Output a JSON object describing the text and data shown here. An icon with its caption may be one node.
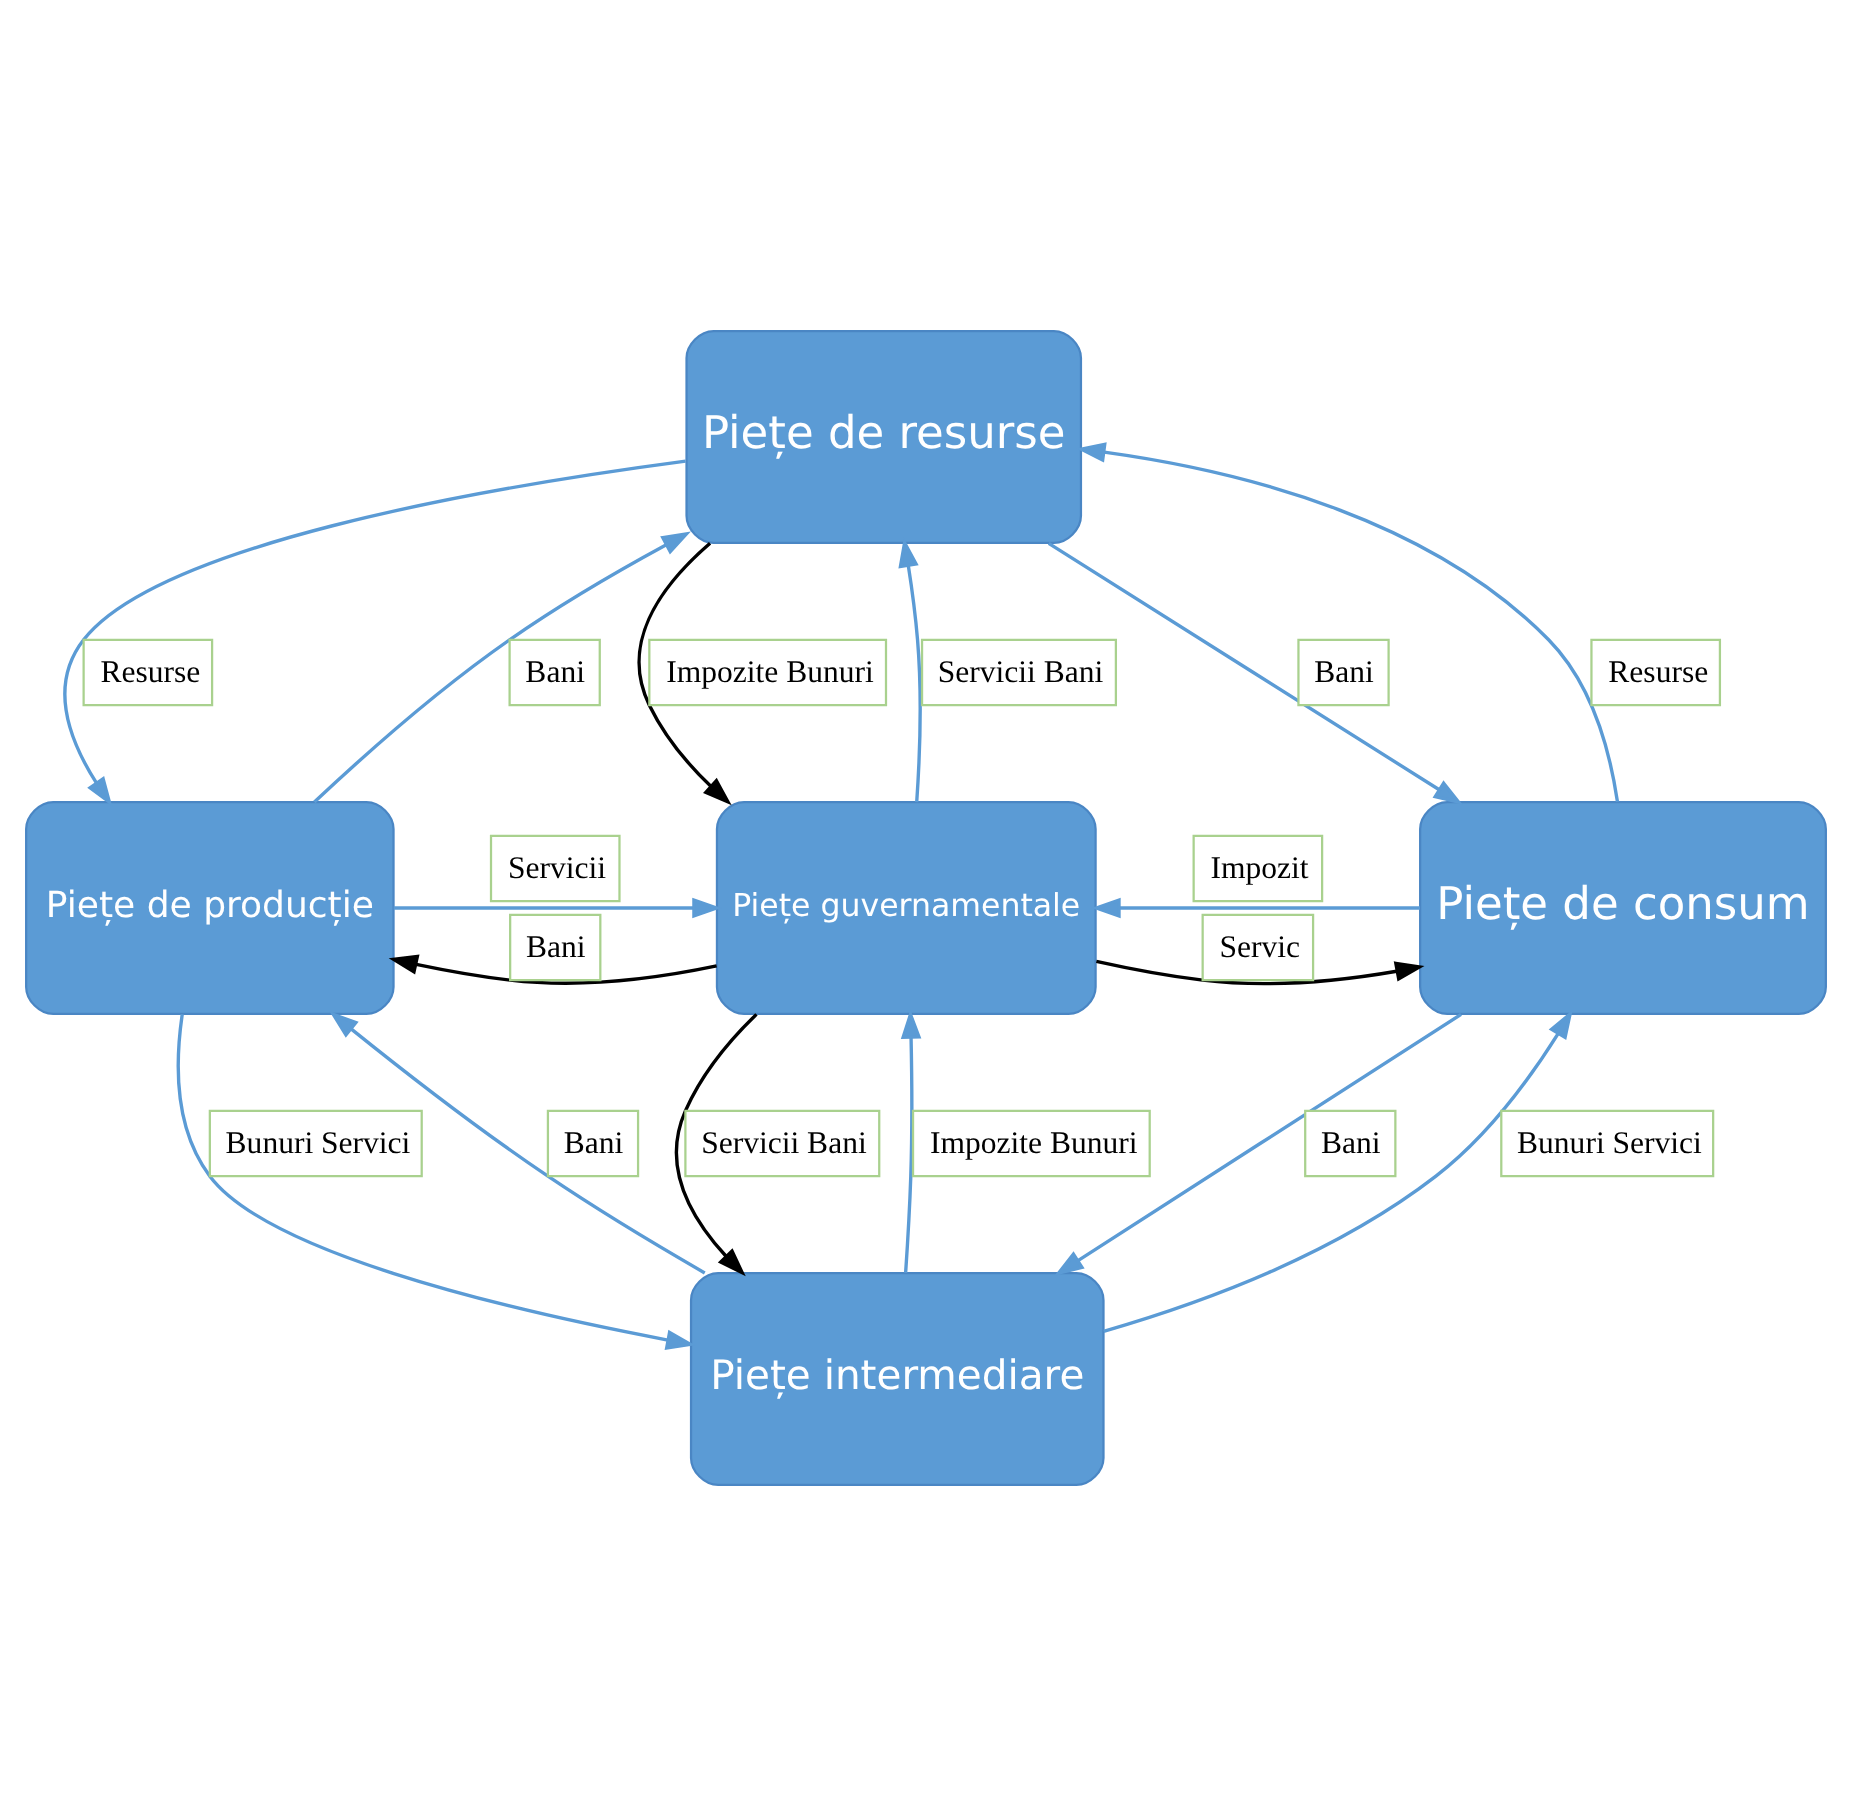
{
  "diagram": {
    "nodes": [
      {
        "text": [
          "Piețe de resurse"
        ]
      },
      {
        "text": [
          "Piețe de producție"
        ]
      },
      {
        "text": [
          "Piețe guvernamentale"
        ]
      },
      {
        "text": [
          "Piețe de consum"
        ]
      },
      {
        "text": [
          "Piețe intermediare"
        ]
      }
    ],
    "edges": [
      {
        "from": 0,
        "to": 1,
        "arrow": "to",
        "label": "Resurse"
      },
      {
        "from": 1,
        "to": 0,
        "arrow": "to",
        "label": "Bani"
      },
      {
        "from": 3,
        "to": 0,
        "arrow": "to",
        "label": "Resurse"
      },
      {
        "from": 0,
        "to": 3,
        "arrow": "to",
        "label": "Bani"
      },
      {
        "from": 0,
        "to": 2,
        "arrow": "to",
        "label": "Impozite Bunuri",
        "color": "#000000"
      },
      {
        "from": 2,
        "to": 0,
        "arrow": "to",
        "label": "Servicii Bani"
      },
      {
        "from": 1,
        "to": 2,
        "arrow": "to",
        "label": "Servicii"
      },
      {
        "from": 2,
        "to": 1,
        "arrow": "to",
        "label": "Bani",
        "color": "#000000"
      },
      {
        "from": 3,
        "to": 2,
        "arrow": "to",
        "label": "Impozit"
      },
      {
        "from": 2,
        "to": 3,
        "arrow": "to",
        "label": "Servic",
        "color": "#000000"
      },
      {
        "from": 2,
        "to": 4,
        "arrow": "to",
        "label": "Servicii Bani",
        "color": "#000000"
      },
      {
        "from": 4,
        "to": 2,
        "arrow": "to",
        "label": "Impozite Bunuri"
      },
      {
        "from": 4,
        "to": 1,
        "arrow": "to",
        "label": "Bani"
      },
      {
        "from": 1,
        "to": 4,
        "arrow": "to",
        "label": "Bunuri Servici"
      },
      {
        "from": 3,
        "to": 4,
        "arrow": "to",
        "label": "Bani"
      },
      {
        "from": 4,
        "to": 3,
        "arrow": "to",
        "label": "Bunuri Servici"
      }
    ]
  }
}
